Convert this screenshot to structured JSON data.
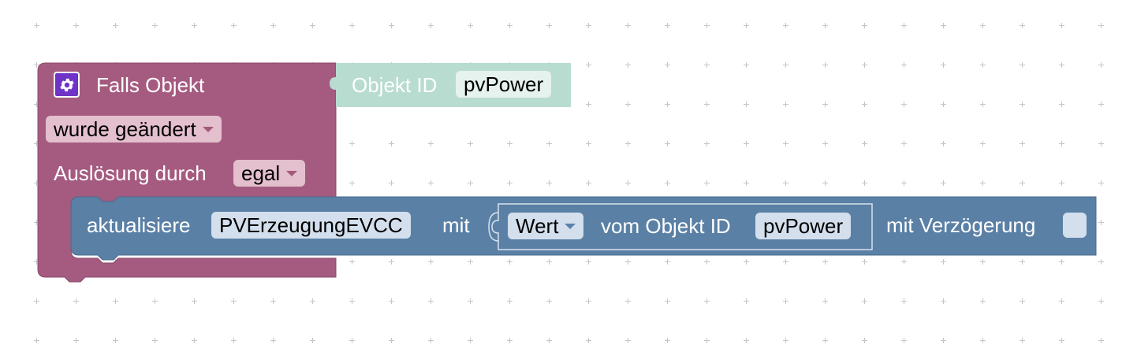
{
  "trigger_block": {
    "title": "Falls Objekt",
    "mode_value": "wurde geändert",
    "trigger_label": "Auslösung durch",
    "trigger_value": "egal",
    "color": "#a55b80"
  },
  "object_id_block": {
    "label": "Objekt ID",
    "value": "pvPower",
    "color": "#b8dccf"
  },
  "update_block": {
    "label": "aktualisiere",
    "target": "PVErzeugungEVCC",
    "with_label": "mit",
    "delay_label": "mit Verzögerung",
    "color": "#5b80a5"
  },
  "value_block": {
    "property": "Wert",
    "object_label": "vom Objekt ID",
    "object_value": "pvPower"
  },
  "icons": {
    "settings": "gear-icon"
  }
}
